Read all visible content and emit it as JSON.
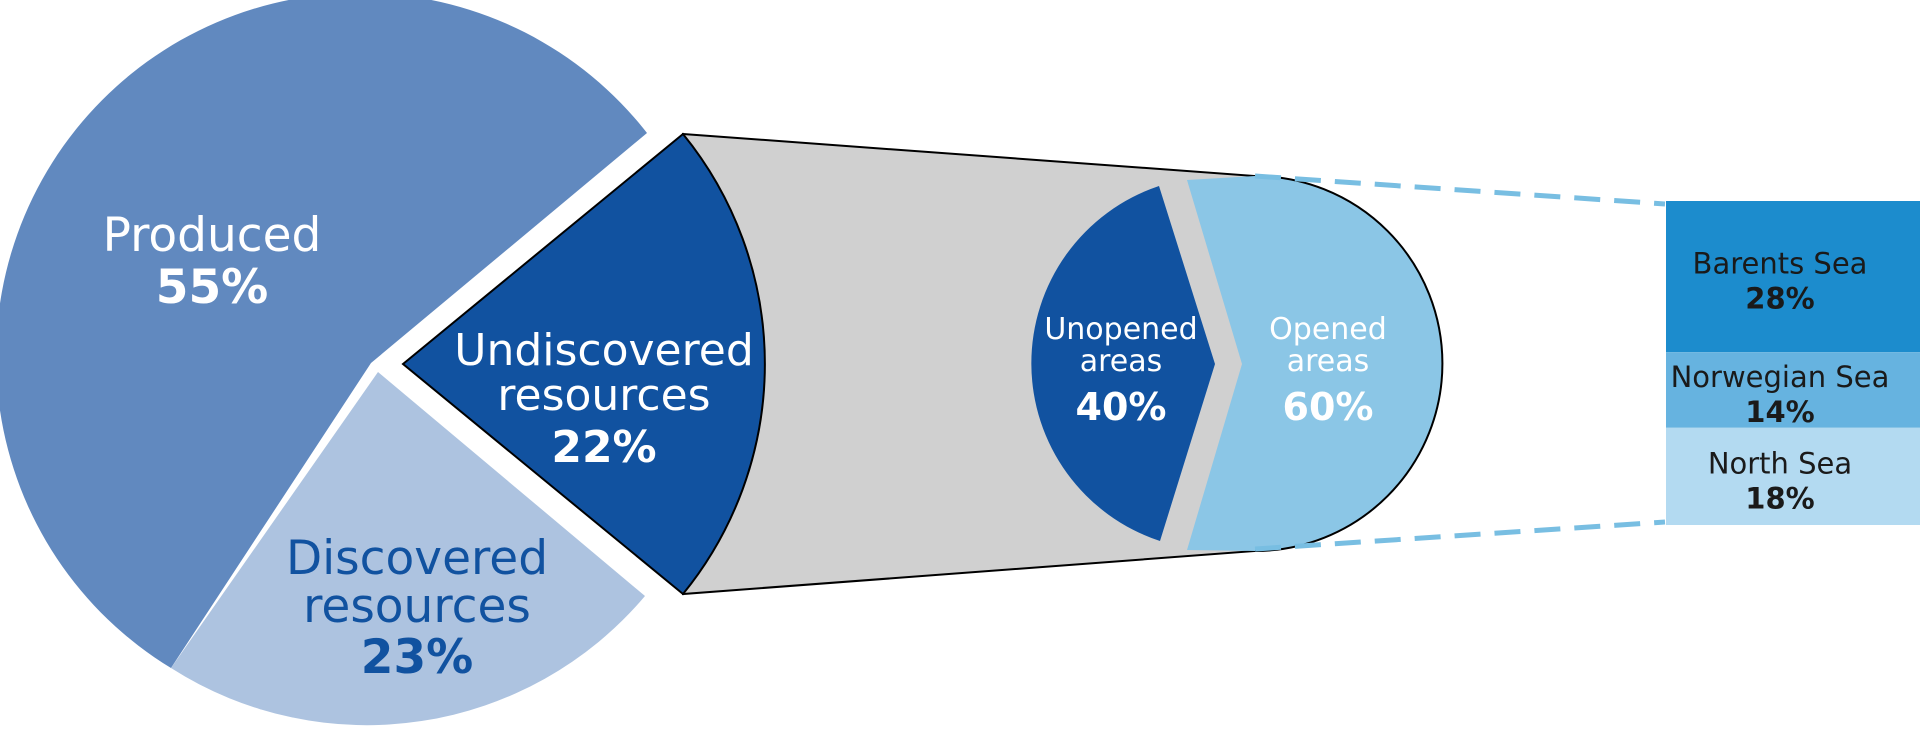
{
  "colors": {
    "produced": "#6189BF",
    "discovered": "#ADC3E0",
    "undiscovered": "#1152A0",
    "opened": "#8BC6E6",
    "funnel": "#D0D0D0",
    "barents": "#1C8CCD",
    "norwegian": "#66B3E0",
    "north": "#B3DAF1",
    "dash": "#78BEE2",
    "dark_text": "#1A1A1A",
    "blue_text": "#1152A0",
    "white_text": "#FFFFFF"
  },
  "chart_data": [
    {
      "type": "pie",
      "slices": [
        {
          "name": "Produced",
          "value": 55,
          "value_label": "55%"
        },
        {
          "name": "Discovered resources",
          "name_lines": [
            "Discovered",
            "resources"
          ],
          "value": 23,
          "value_label": "23%"
        },
        {
          "name": "Undiscovered resources",
          "name_lines": [
            "Undiscovered",
            "resources"
          ],
          "value": 22,
          "value_label": "22%"
        }
      ]
    },
    {
      "type": "pie",
      "slices": [
        {
          "name": "Unopened areas",
          "name_lines": [
            "Unopened",
            "areas"
          ],
          "value": 40,
          "value_label": "40%"
        },
        {
          "name": "Opened areas",
          "name_lines": [
            "Opened",
            "areas"
          ],
          "value": 60,
          "value_label": "60%"
        }
      ]
    },
    {
      "type": "bar",
      "stacked": true,
      "categories": [
        "Barents Sea",
        "Norwegian Sea",
        "North Sea"
      ],
      "values": [
        28,
        14,
        18
      ],
      "value_labels": [
        "28%",
        "14%",
        "18%"
      ]
    }
  ]
}
